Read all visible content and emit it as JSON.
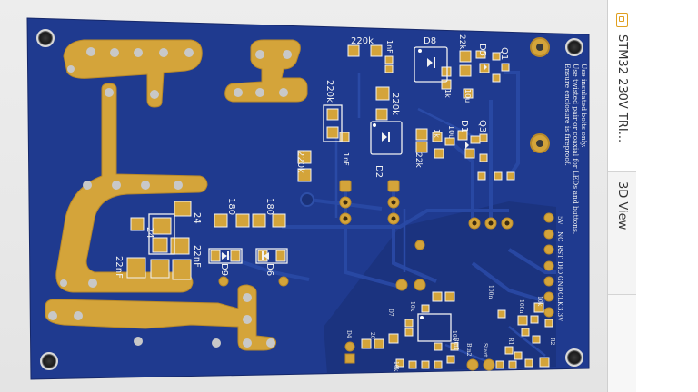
{
  "app": {
    "file_tab_label": "STM32 230V TRI...",
    "view_tab_label": "3D View"
  },
  "colors": {
    "background": "#e9e9e9",
    "board": "#1f3a8f",
    "copper": "#d4a43a",
    "silkscreen": "#f2f2f2"
  },
  "pcb": {
    "silkscreen_note": [
      "Use insulated bolts only.",
      "Use twisted pair or coaxial for LEDs and buttons.",
      "Ensure enclosure is fireproof."
    ],
    "designators": {
      "r_220k_top": "220k",
      "c_1nf_top": "1nF",
      "d8": "D8",
      "r_22k_top": "22k",
      "d5": "D5",
      "q1": "Q1",
      "r_220k_mid_left": "220k",
      "r_220k_mid_right": "220k",
      "c_1nf_mid": "1nF",
      "d2": "D2",
      "r_1k_top": "1k",
      "c_10u_top": "10u",
      "r_1k_mid": "1k",
      "c_10u_mid": "10u",
      "r_22k_mid": "22k",
      "d1": "D1",
      "q3": "Q3",
      "r_220k_low": "220k",
      "r_180_left": "180",
      "r_180_right": "180",
      "c_24_right": "24",
      "c_24_left": "24",
      "c_22nf_right": "22nF",
      "c_22nf_left": "22nF",
      "d9": "D9",
      "d6": "D6",
      "r_10k_a": "10k",
      "d_d7": "D7",
      "r_20": "20",
      "d_d4": "D4",
      "r_10k_b": "10k",
      "r_10k_c": "10k",
      "r_100n": "100n",
      "r_100n_b": "100n",
      "r_10k_d": "10k"
    },
    "header_pins": [
      "5V",
      "NC",
      "RST",
      "DIO",
      "GND",
      "CLK",
      "3.3V"
    ],
    "bottom_labels": [
      "Btn1",
      "Btn2",
      "Start",
      "R1",
      "R2"
    ]
  }
}
